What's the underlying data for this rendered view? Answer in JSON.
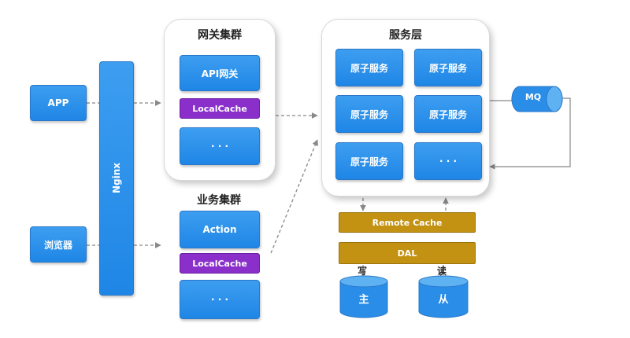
{
  "clients": {
    "app": "APP",
    "browser": "浏览器"
  },
  "nginx": "Nginx",
  "gateway": {
    "title": "网关集群",
    "api": "API网关",
    "cache": "LocalCache",
    "more": "· · ·"
  },
  "business": {
    "title": "业务集群",
    "action": "Action",
    "cache": "LocalCache",
    "more": "· · ·"
  },
  "service": {
    "title": "服务层",
    "atomic": "原子服务",
    "more": "· · ·"
  },
  "mq": "MQ",
  "remote_cache": "Remote Cache",
  "dal": "DAL",
  "db": {
    "write_label": "写",
    "read_label": "读",
    "master": "主",
    "slave": "从"
  },
  "colors": {
    "blue": "#2a8de8",
    "purple": "#8a2fc9",
    "gold": "#c39212"
  }
}
